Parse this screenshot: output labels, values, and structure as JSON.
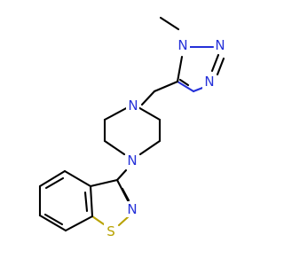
{
  "molecule": {
    "atoms": {
      "n_methyl": {
        "label": "N"
      },
      "n_triazole_top": {
        "label": "N"
      },
      "n_triazole_bottom": {
        "label": "N"
      },
      "n_piperazine_top": {
        "label": "N"
      },
      "n_piperazine_bottom": {
        "label": "N"
      },
      "n_isothiazole": {
        "label": "N"
      },
      "s_isothiazole": {
        "label": "S"
      }
    },
    "colors": {
      "carbon_bond": "#000000",
      "nitrogen": "#2430d8",
      "sulfur": "#b8a200",
      "background": "#ffffff"
    }
  }
}
